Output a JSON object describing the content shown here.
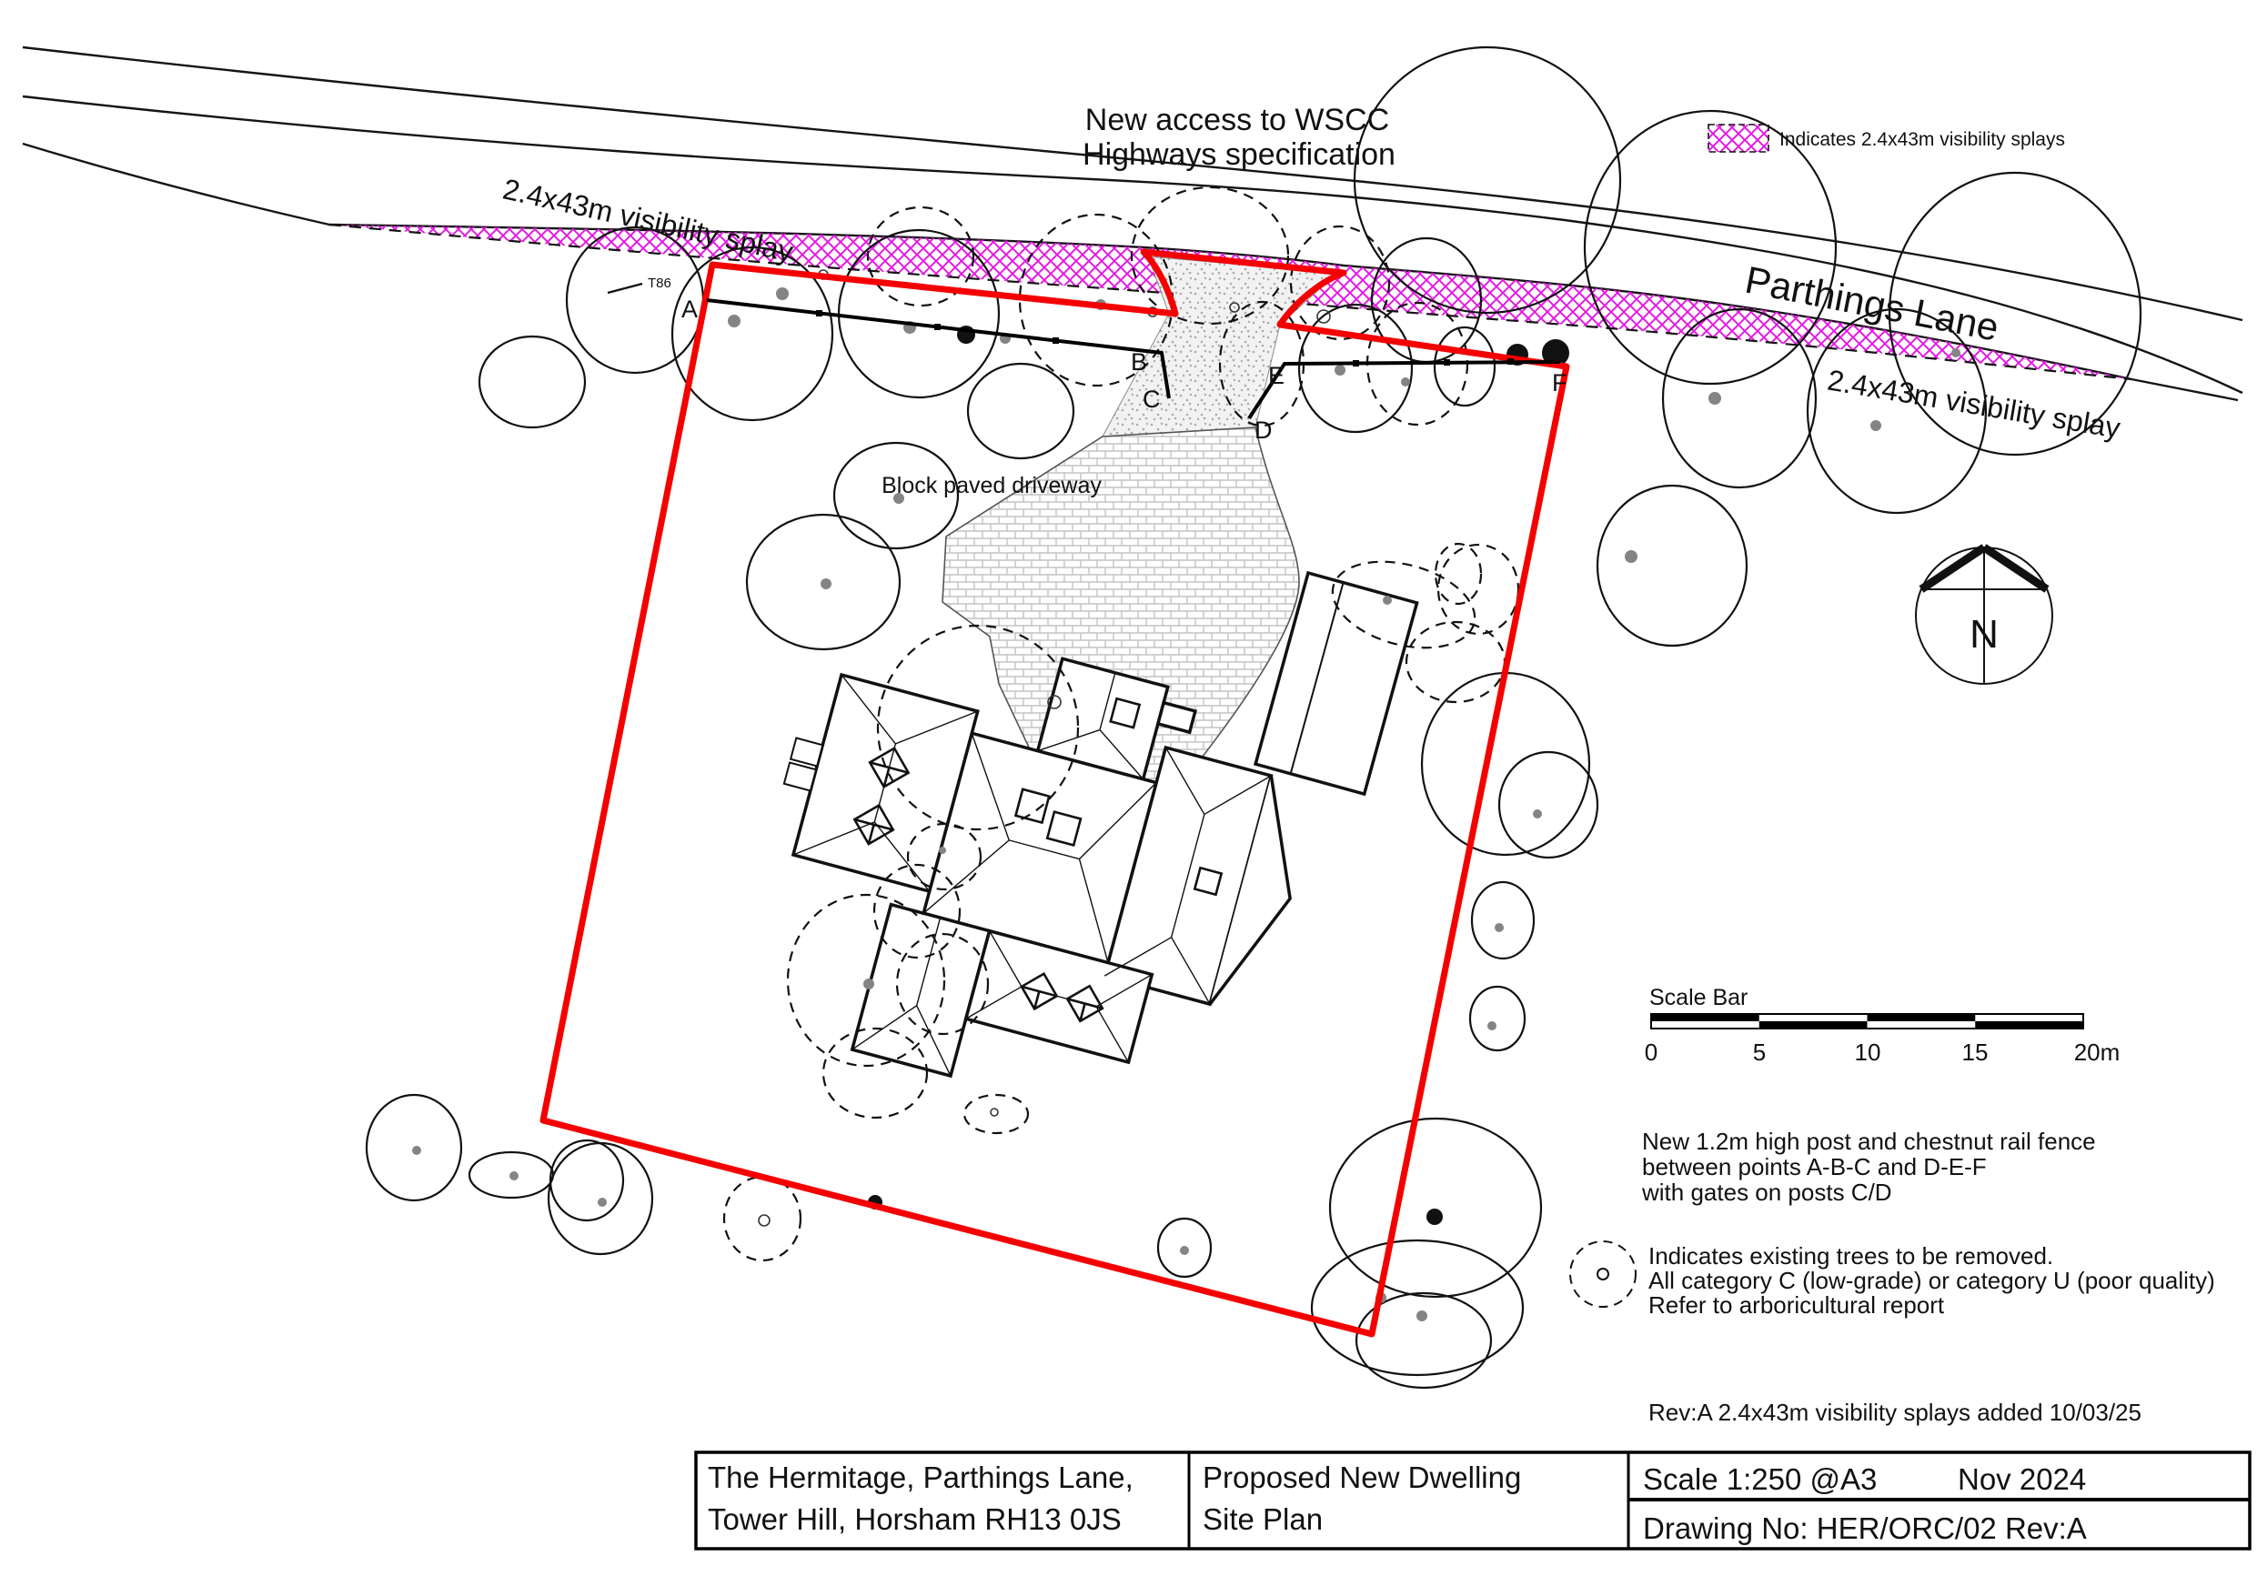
{
  "annotations": {
    "new_access_line1": "New access to WSCC",
    "new_access_line2": "Highways specification",
    "splay_label_left": "2.4x43m visibility splay",
    "splay_label_right": "2.4x43m visibility splay",
    "road_name": "Parthings Lane",
    "driveway_label": "Block paved driveway",
    "tree_tag": "T86",
    "north_letter": "N"
  },
  "fence_points": {
    "a": "A",
    "b": "B",
    "c": "C",
    "d": "D",
    "e": "E",
    "f": "F"
  },
  "legend": {
    "visibility_splay": "Indicates 2.4x43m visibility splays"
  },
  "scale_bar": {
    "title": "Scale Bar",
    "ticks": [
      "0",
      "5",
      "10",
      "15",
      "20m"
    ]
  },
  "notes": {
    "fence_line1": "New 1.2m high post and chestnut rail fence",
    "fence_line2": "between points A-B-C and D-E-F",
    "fence_line3": "with gates on posts C/D",
    "trees_line1": "Indicates existing trees to be removed.",
    "trees_line2": "All category C (low-grade) or category U (poor quality)",
    "trees_line3": "Refer to arboricultural report",
    "revision": "Rev:A 2.4x43m visibility splays added 10/03/25"
  },
  "title_block": {
    "address_line1": "The Hermitage, Parthings Lane,",
    "address_line2": "Tower Hill, Horsham RH13 0JS",
    "project_line1": "Proposed New Dwelling",
    "project_line2": "Site Plan",
    "scale": "Scale 1:250 @A3",
    "date": "Nov 2024",
    "drawing_no": "Drawing No: HER/ORC/02 Rev:A"
  },
  "colors": {
    "boundary_red": "#f40000",
    "splay_magenta": "#e31ae3",
    "paving_grey": "#c3c3c3"
  }
}
